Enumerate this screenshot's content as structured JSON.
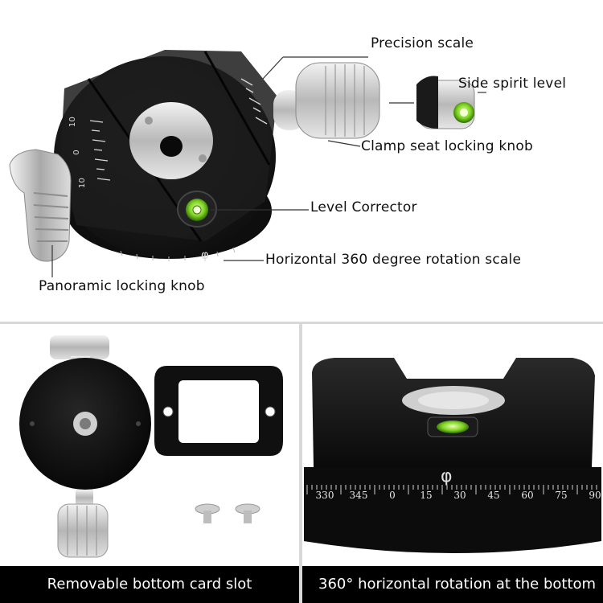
{
  "callouts": {
    "precision_scale": "Precision scale",
    "side_spirit_level": "Side spirit level",
    "clamp_seat_locking_knob": "Clamp seat locking knob",
    "level_corrector": "Level Corrector",
    "rotation_scale": "Horizontal 360 degree rotation scale",
    "panoramic_locking_knob": "Panoramic locking knob"
  },
  "plate_scale_marks": [
    "10",
    "0",
    "10"
  ],
  "rotation_scale_marks": [
    "330",
    "345",
    "0",
    "15",
    "30",
    "45",
    "60",
    "75",
    "90"
  ],
  "captions": {
    "bottom_left": "Removable bottom card slot",
    "bottom_right": "360° horizontal rotation at the bottom"
  },
  "colors": {
    "body_black": "#151515",
    "aluminium": "#c9c9c9",
    "bubble_green": "#7ed321",
    "caption_bg": "#000000",
    "caption_text": "#ffffff"
  }
}
